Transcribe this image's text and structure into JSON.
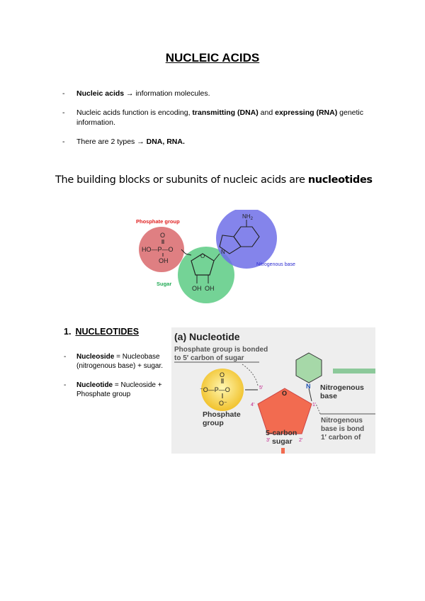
{
  "title": "NUCLEIC ACIDS",
  "bullets": [
    {
      "dash": "-",
      "bold": "Nucleic acids",
      "text": " → information  molecules."
    },
    {
      "dash": "-",
      "pre": "Nucleic acids function is encoding, ",
      "bold1": "transmitting (DNA)",
      "mid": " and ",
      "bold2": "expressing (RNA)",
      "post": " genetic information."
    },
    {
      "dash": "-",
      "pre": "There are 2 types → ",
      "bold": "DNA, RNA."
    }
  ],
  "subtitle": {
    "pre": "The building blocks or subunits of nucleic acids are ",
    "bold": "nucleotides"
  },
  "figure1": {
    "phosphate_label": "Phosphate group",
    "base_label": "Nitrogenous base",
    "sugar_label": "Sugar",
    "ho": "HO—P—O",
    "o_top": "O",
    "oh_p": "OH",
    "nh2": "NH",
    "nh2_sub": "2",
    "oh1": "OH",
    "oh2": "OH",
    "n": "N",
    "ring_o": "O",
    "colors": {
      "phosphate": "#d9696c",
      "sugar": "#5ccb84",
      "base": "#6f6fe8",
      "phosphate_text": "#e02020",
      "sugar_text": "#22aa55",
      "base_text": "#2a2ad0"
    }
  },
  "section": {
    "num": "1.",
    "text": "NUCLEOTIDES"
  },
  "definitions": [
    {
      "dash": "-",
      "bold": "Nucleoside",
      "rest": " = Nucleobase (nitrogenous base) + sugar."
    },
    {
      "dash": "-",
      "bold": "Nucleotide",
      "rest": " = Nucleoside + Phosphate group"
    }
  ],
  "figure2": {
    "heading": "(a) Nucleotide",
    "note1": "Phosphate group is bonded",
    "note2": "to 5′ carbon of sugar",
    "phos_formula": "⁻O—P—O",
    "phos_o_top": "O",
    "phos_o_bottom": "O⁻",
    "phos_label1": "Phosphate",
    "phos_label2": "group",
    "sugar_label1": "5-carbon",
    "sugar_label2": "sugar",
    "base_n": "N",
    "base_label1": "Nitrogenous",
    "base_label2": "base",
    "bond_note1": "Nitrogenous",
    "bond_note2": "base is bond",
    "bond_note3": "1′ carbon of",
    "c5": "5′",
    "c4": "4′",
    "c3": "3′",
    "c2": "2′",
    "c1": "1′",
    "ring_o": "O"
  }
}
